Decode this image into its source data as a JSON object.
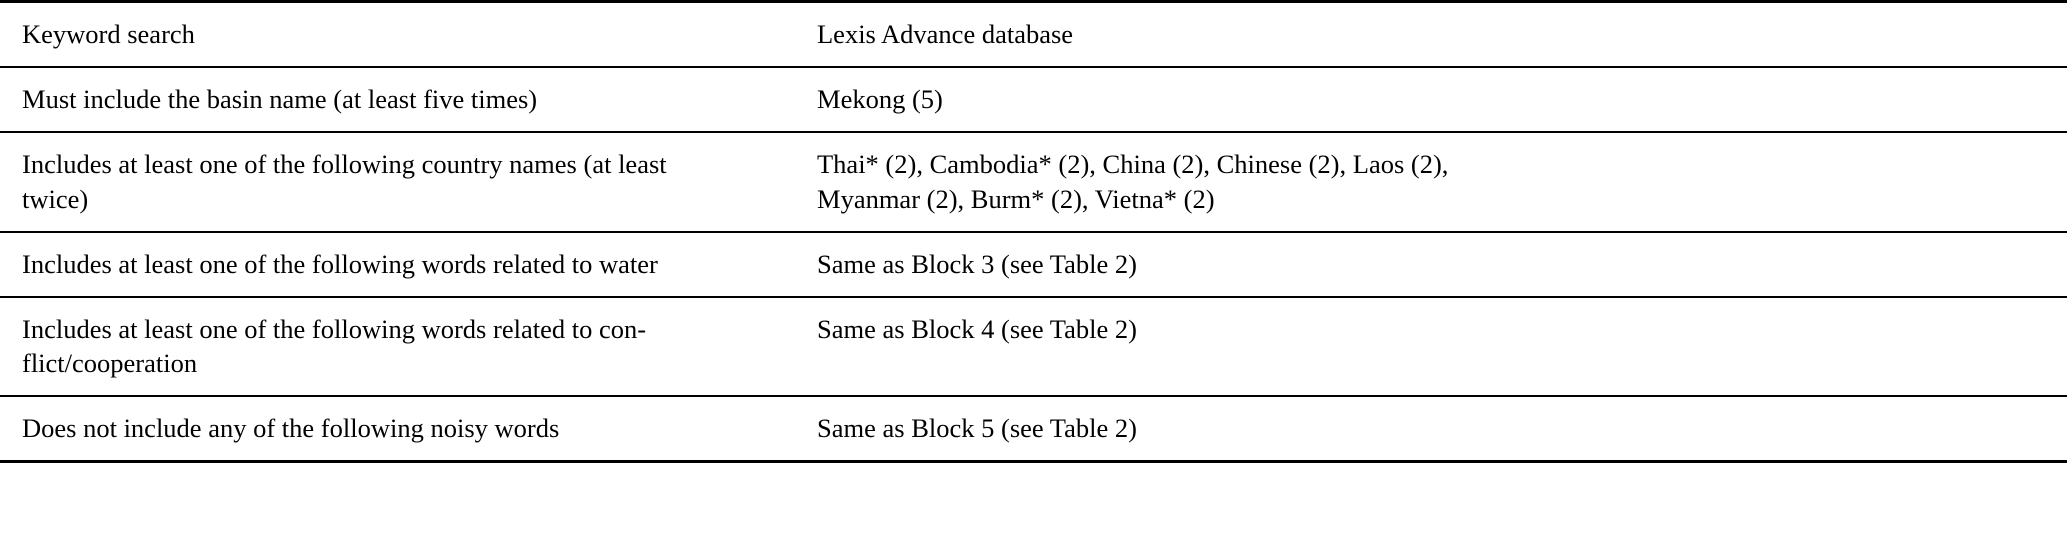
{
  "table": {
    "columns": [
      {
        "key": "keyword_search",
        "header": "Keyword search"
      },
      {
        "key": "lexis_advance",
        "header": "Lexis Advance database"
      }
    ],
    "rows": [
      {
        "criterion_line1": "Must include the basin name (at least five times)",
        "criterion_line2": "",
        "value_line1": "Mekong (5)",
        "value_line2": ""
      },
      {
        "criterion_line1": "Includes at least one of the following country names (at least",
        "criterion_line2": "twice)",
        "value_line1": "Thai* (2), Cambodia* (2), China (2), Chinese (2), Laos (2),",
        "value_line2": "Myanmar (2), Burm* (2), Vietna* (2)"
      },
      {
        "criterion_line1": "Includes at least one of the following words related to water",
        "criterion_line2": "",
        "value_line1": "Same as Block 3 (see Table 2)",
        "value_line2": ""
      },
      {
        "criterion_line1": "Includes at least one of the following words related to con-",
        "criterion_line2": "flict/cooperation",
        "value_line1": "Same as Block 4 (see Table 2)",
        "value_line2": ""
      },
      {
        "criterion_line1": "Does not include any of the following noisy words",
        "criterion_line2": "",
        "value_line1": "Same as Block 5 (see Table 2)",
        "value_line2": ""
      }
    ]
  },
  "style": {
    "rule_color": "#000000",
    "text_color": "#000000",
    "background": "#ffffff"
  }
}
